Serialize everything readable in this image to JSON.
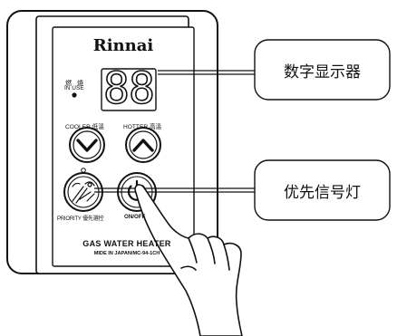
{
  "panel": {
    "brand": "Rinnai",
    "display_digits": [
      "8",
      "8"
    ],
    "in_use_zh": "燃 燒",
    "in_use_en": "IN USE",
    "cooler_label": "COOLER 低溫",
    "hotter_label": "HOTTER 高溫",
    "priority_label": "PRIORITY 優先選控",
    "onoff_label": "ON/OFF",
    "product_name": "GAS WATER HEATER",
    "made_in": "MIDE IN JAPAN/MC-94-1CH"
  },
  "callouts": {
    "display": "数字显示器",
    "priority_light": "优先信号灯"
  },
  "colors": {
    "outline": "#111111",
    "background": "#ffffff"
  },
  "icons": {
    "cooler": "chevron-down-icon",
    "hotter": "chevron-up-icon",
    "priority": "priority-control-icon",
    "power": "power-icon",
    "led": "in-use-led-icon",
    "hand": "pointing-hand-icon"
  }
}
